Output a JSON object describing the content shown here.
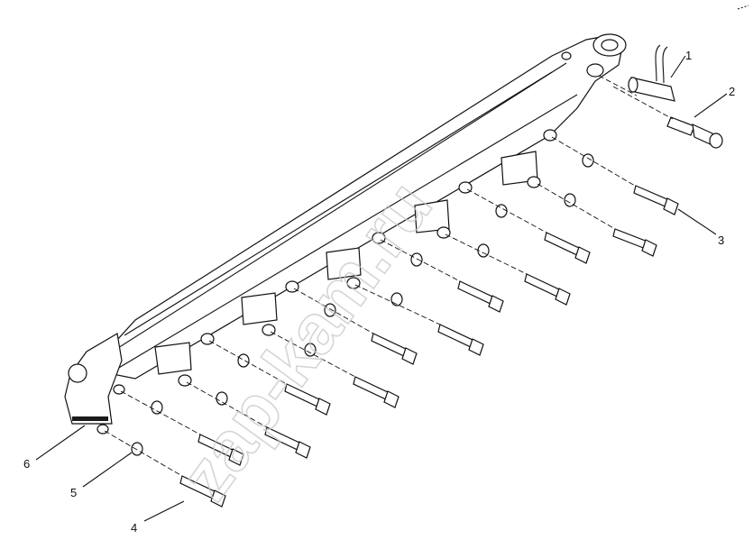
{
  "watermark": "zap-kam.ru",
  "callouts": [
    {
      "id": "1",
      "label": "1"
    },
    {
      "id": "2",
      "label": "2"
    },
    {
      "id": "3",
      "label": "3"
    },
    {
      "id": "4",
      "label": "4"
    },
    {
      "id": "5",
      "label": "5"
    },
    {
      "id": "6",
      "label": "6"
    }
  ],
  "colors": {
    "ink": "#111111",
    "watermark": "#c8c8c8",
    "background": "#ffffff"
  }
}
